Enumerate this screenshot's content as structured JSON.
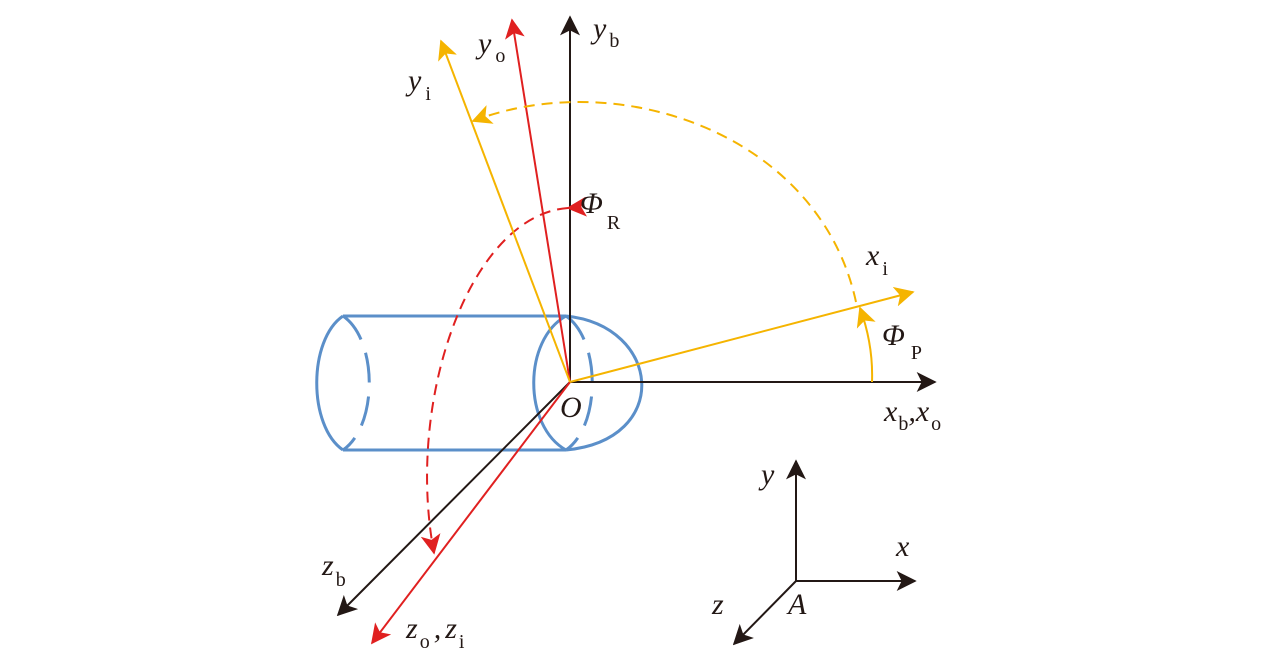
{
  "colors": {
    "body_frame": "#231815",
    "pitch": "#F5B400",
    "roll": "#E02020",
    "cylinder": "#5B8FC9",
    "background": "#FFFFFF"
  },
  "labels": {
    "yb": {
      "main": "y",
      "sub": "b"
    },
    "yo": {
      "main": "y",
      "sub": "o"
    },
    "yi": {
      "main": "y",
      "sub": "i"
    },
    "xi": {
      "main": "x",
      "sub": "i"
    },
    "xbxo": {
      "main1": "x",
      "sub1": "b",
      "comma": ",",
      "main2": "x",
      "sub2": "o"
    },
    "zb": {
      "main": "z",
      "sub": "b"
    },
    "zozi": {
      "main1": "z",
      "sub1": "o",
      "comma": ",",
      "main2": "z",
      "sub2": "i"
    },
    "phiR": {
      "main": "Φ",
      "sub": "R"
    },
    "phiP": {
      "main": "Φ",
      "sub": "P"
    },
    "origin": "O",
    "ref_origin": "A",
    "ref_x": "x",
    "ref_y": "y",
    "ref_z": "z"
  }
}
